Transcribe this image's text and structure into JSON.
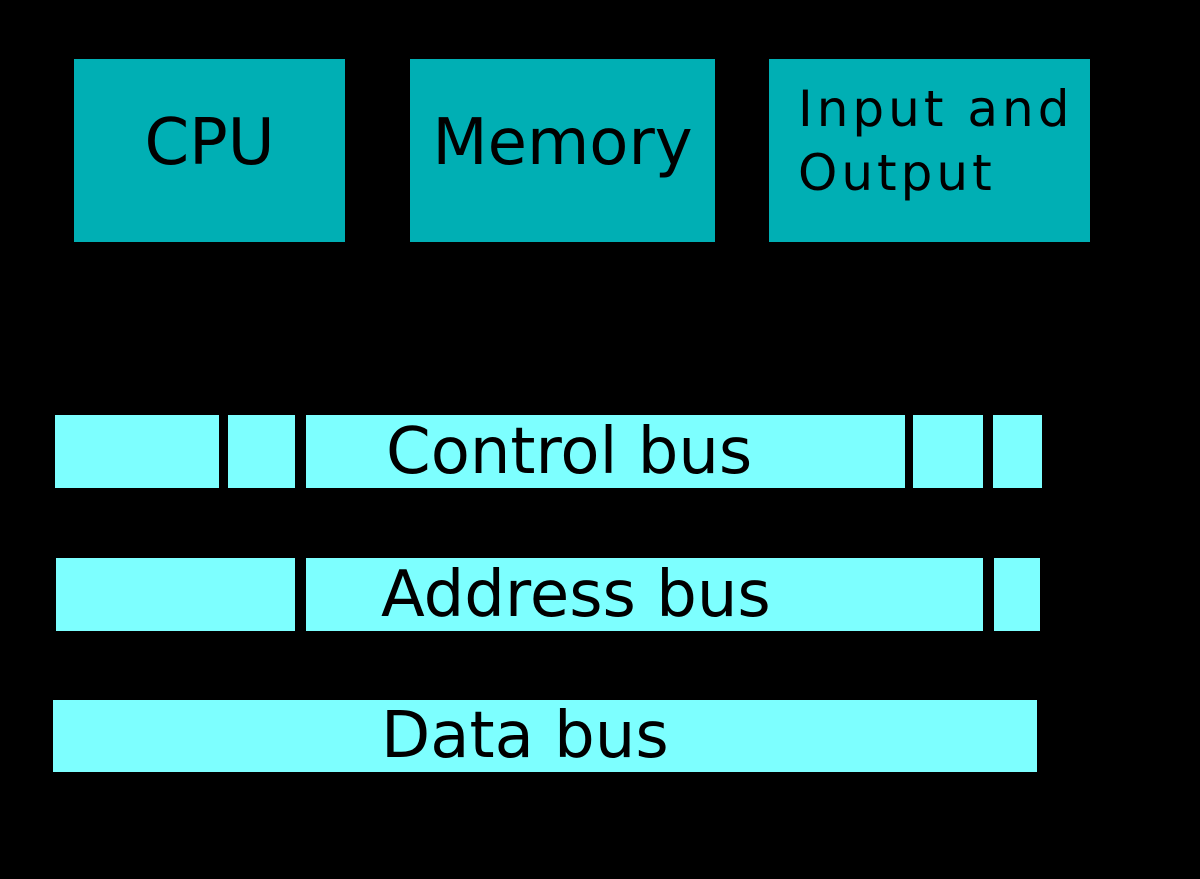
{
  "diagram": {
    "kind": "computer-system-bus-diagram"
  },
  "colors": {
    "background": "#000000",
    "box_fill": "#00afb4",
    "bus_fill": "#7dffff",
    "text": "#000000"
  },
  "boxes": {
    "cpu": {
      "label": "CPU"
    },
    "memory": {
      "label": "Memory"
    },
    "io": {
      "label": "Input and Output",
      "line1": "Input and",
      "line2": "Output"
    }
  },
  "buses": {
    "control": {
      "label": "Control bus"
    },
    "address": {
      "label": "Address bus"
    },
    "data": {
      "label": "Data bus"
    }
  }
}
